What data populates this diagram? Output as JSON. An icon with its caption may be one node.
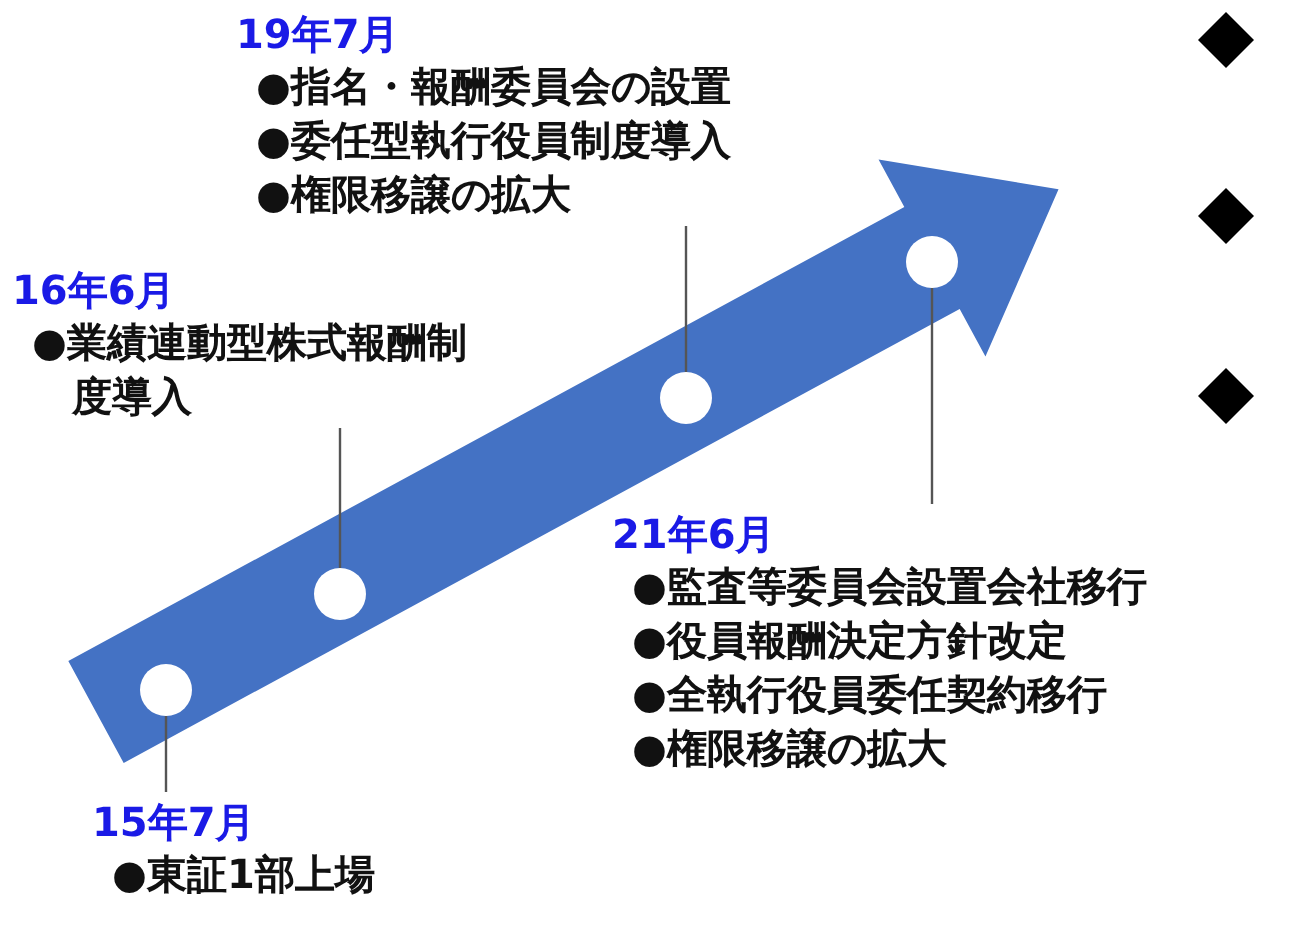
{
  "diagram": {
    "nodes": [
      {
        "text": [
          "19年7月",
          "●指名・報酬委員会の設置",
          "●委任型執行役員制度導入",
          "●権限移譲の拡大"
        ]
      },
      {
        "text": [
          "16年6月",
          "●業績連動型株式報酬制度導入"
        ]
      },
      {
        "text": [
          "21年6月",
          "●監査等委員会設置会社移行",
          "●役員報酬決定方針改定",
          "●全執行役員委任契約移行",
          "●権限移譲の拡大"
        ]
      },
      {
        "text": [
          "15年7月",
          "●東証1部上場"
        ]
      },
      {
        "text": [],
        "shape": "arrow"
      },
      {
        "text": [],
        "shape": "circle",
        "in": 4
      },
      {
        "text": [],
        "shape": "circle",
        "in": 4
      },
      {
        "text": [],
        "shape": "circle",
        "in": 4
      },
      {
        "text": [],
        "shape": "circle",
        "in": 4
      }
    ],
    "edges": [
      {
        "from": 3,
        "to": 5,
        "arrow": "none"
      },
      {
        "from": 1,
        "to": 6,
        "arrow": "none"
      },
      {
        "from": 0,
        "to": 7,
        "arrow": "none"
      },
      {
        "from": 2,
        "to": 8,
        "arrow": "none"
      }
    ]
  }
}
